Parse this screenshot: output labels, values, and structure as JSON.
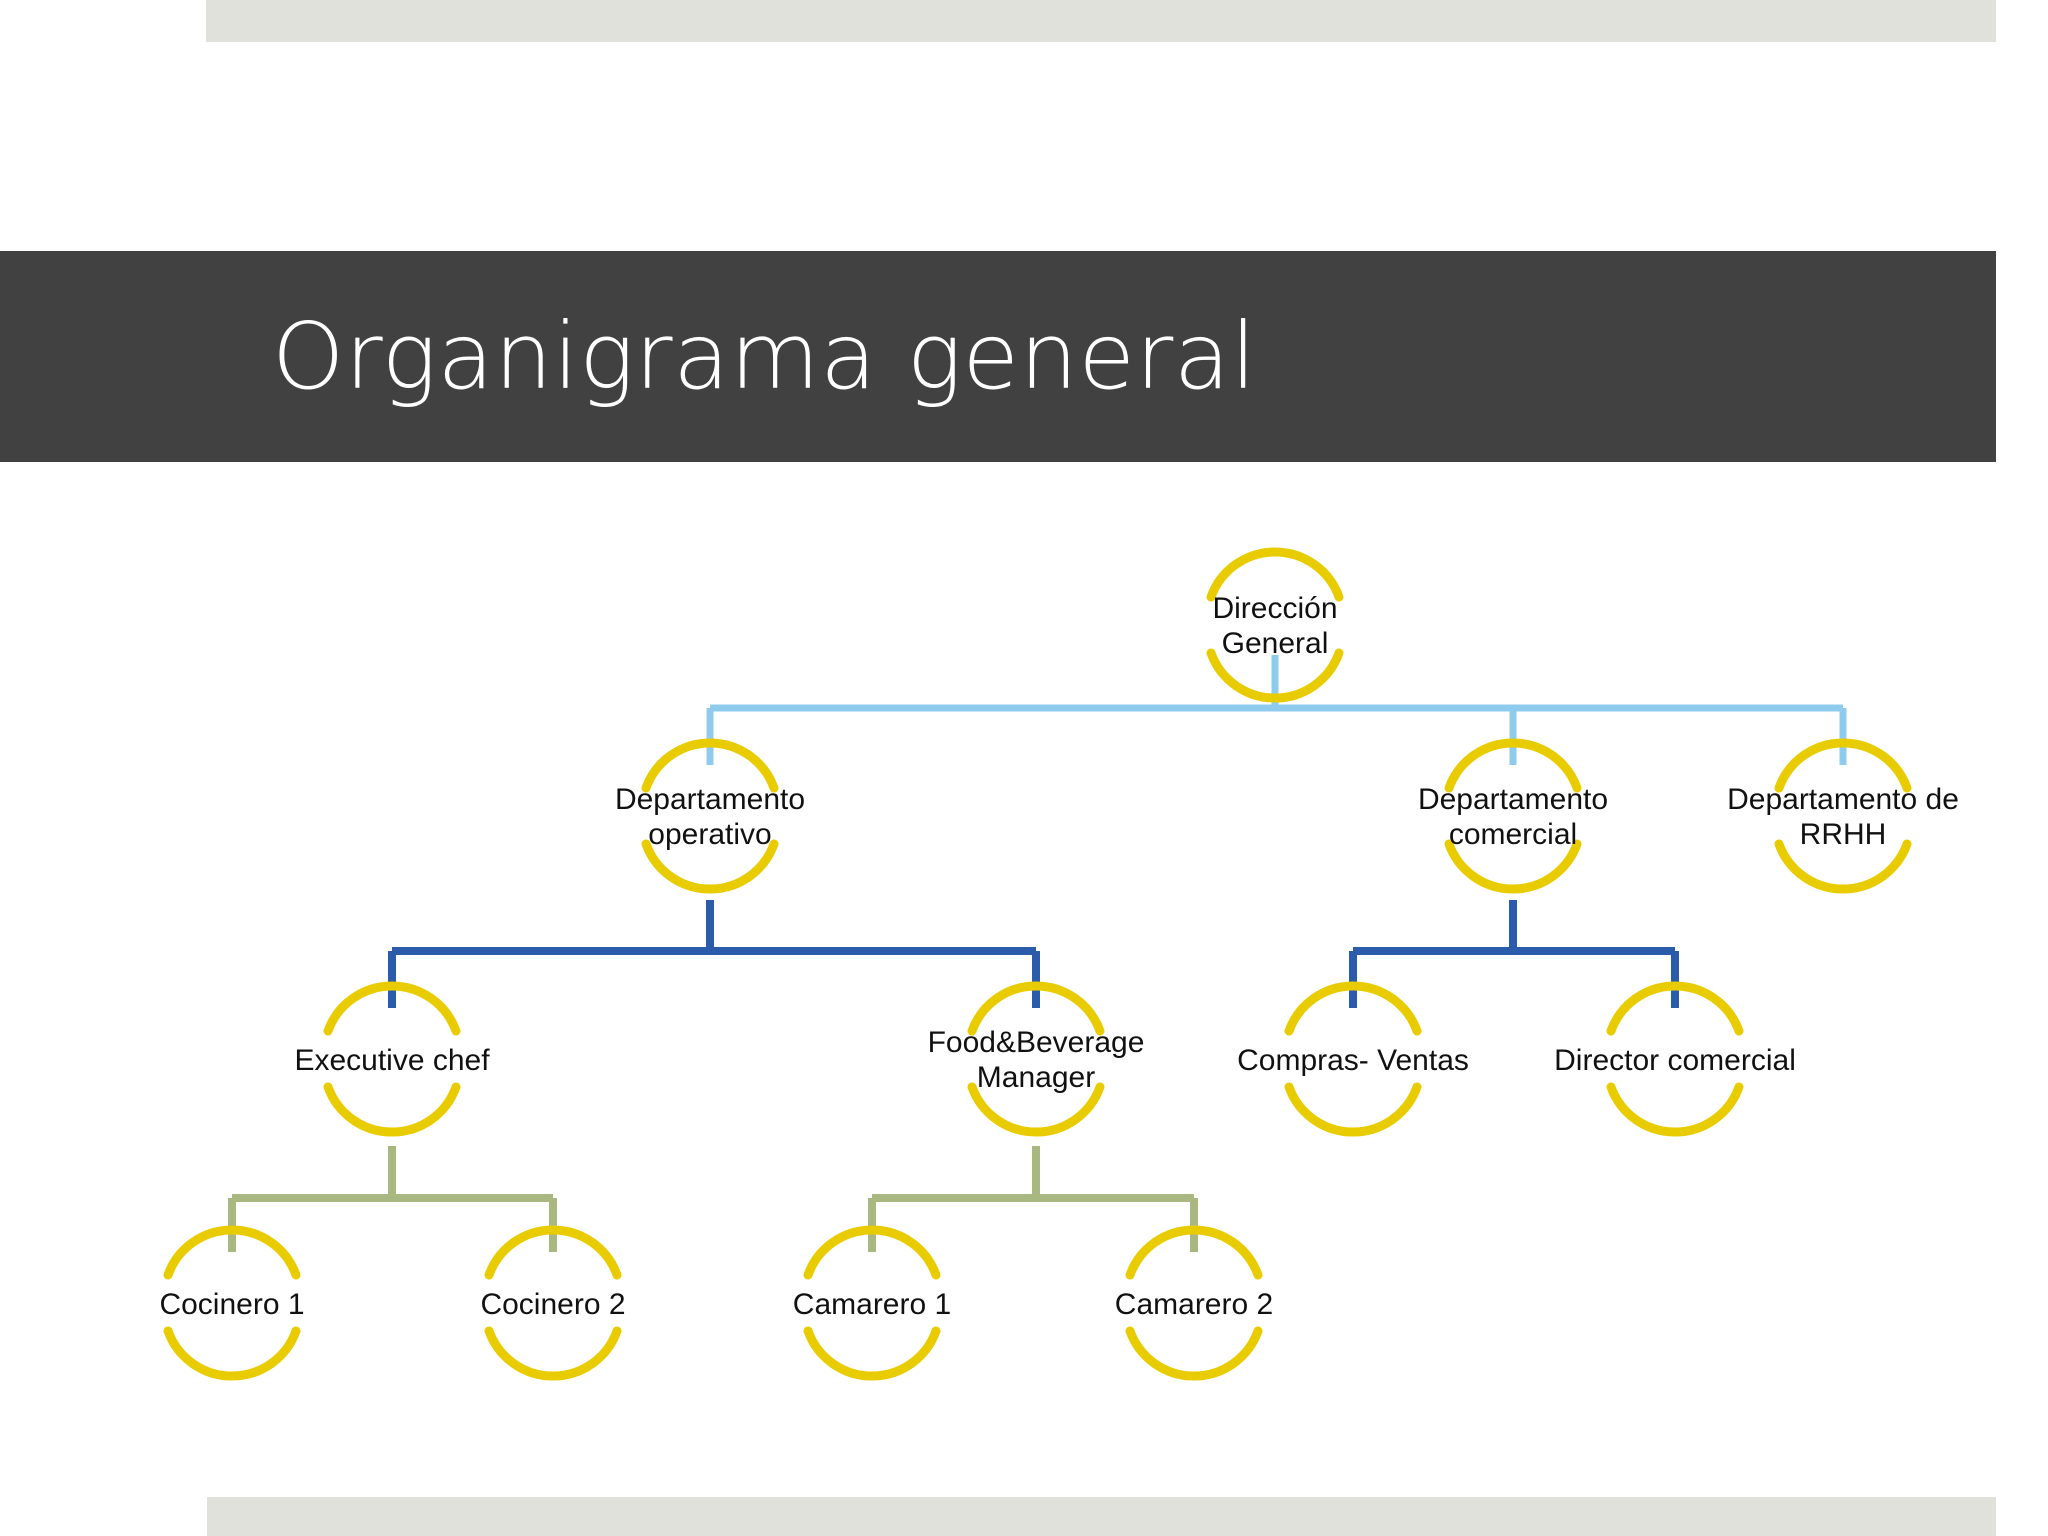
{
  "slide": {
    "title": "Organigrama general",
    "background_color": "#ffffff",
    "title_bar_color": "#414141",
    "title_text_color": "#ffffff",
    "band_color": "#e0e1da"
  },
  "palette": {
    "node_ring": "#e8cc00",
    "connector_level1": "#8fcbec",
    "connector_level2": "#2b5cab",
    "connector_level3": "#a9b781",
    "node_text": "#111111"
  },
  "chart_data": {
    "type": "diagram",
    "diagram_kind": "organizational-chart",
    "title": "Organigrama general",
    "nodes": [
      {
        "id": "direccion-general",
        "label_lines": [
          "Dirección",
          "General"
        ],
        "level": 0,
        "parent": null
      },
      {
        "id": "departamento-operativo",
        "label_lines": [
          "Departamento",
          "operativo"
        ],
        "level": 1,
        "parent": "direccion-general"
      },
      {
        "id": "departamento-comercial",
        "label_lines": [
          "Departamento",
          "comercial"
        ],
        "level": 1,
        "parent": "direccion-general"
      },
      {
        "id": "departamento-rrhh",
        "label_lines": [
          "Departamento de",
          "RRHH"
        ],
        "level": 1,
        "parent": "direccion-general"
      },
      {
        "id": "executive-chef",
        "label_lines": [
          "Executive chef"
        ],
        "level": 2,
        "parent": "departamento-operativo"
      },
      {
        "id": "food-beverage-manager",
        "label_lines": [
          "Food&Beverage",
          "Manager"
        ],
        "level": 2,
        "parent": "departamento-operativo"
      },
      {
        "id": "compras-ventas",
        "label_lines": [
          "Compras- Ventas"
        ],
        "level": 2,
        "parent": "departamento-comercial"
      },
      {
        "id": "director-comercial",
        "label_lines": [
          "Director comercial"
        ],
        "level": 2,
        "parent": "departamento-comercial"
      },
      {
        "id": "cocinero-1",
        "label_lines": [
          "Cocinero 1"
        ],
        "level": 3,
        "parent": "executive-chef"
      },
      {
        "id": "cocinero-2",
        "label_lines": [
          "Cocinero 2"
        ],
        "level": 3,
        "parent": "executive-chef"
      },
      {
        "id": "camarero-1",
        "label_lines": [
          "Camarero 1"
        ],
        "level": 3,
        "parent": "food-beverage-manager"
      },
      {
        "id": "camarero-2",
        "label_lines": [
          "Camarero 2"
        ],
        "level": 3,
        "parent": "food-beverage-manager"
      }
    ],
    "labels": {
      "direccion_general": "Dirección General",
      "departamento_operativo": "Departamento operativo",
      "departamento_comercial": "Departamento comercial",
      "departamento_rrhh": "Departamento de RRHH",
      "executive_chef": "Executive chef",
      "food_beverage_manager": "Food&Beverage Manager",
      "compras_ventas": "Compras- Ventas",
      "director_comercial": "Director comercial",
      "cocinero_1": "Cocinero 1",
      "cocinero_2": "Cocinero 2",
      "camarero_1": "Camarero 1",
      "camarero_2": "Camarero 2"
    }
  }
}
